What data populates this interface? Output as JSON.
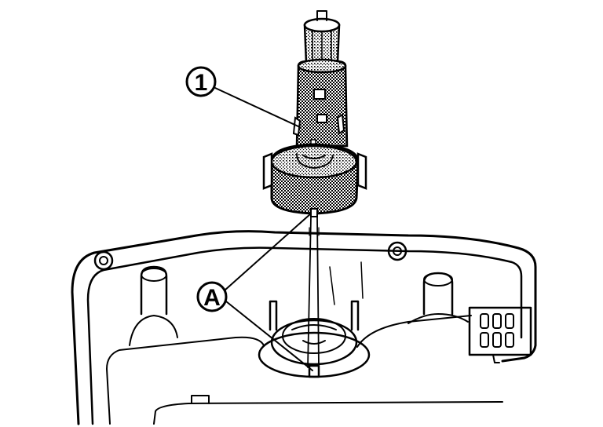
{
  "callouts": [
    {
      "id": "part-1",
      "label": "1"
    },
    {
      "id": "marker-a",
      "label": "A"
    }
  ],
  "colors": {
    "ink": "#000000",
    "paper": "#ffffff",
    "stipple": "#7a7a7a"
  }
}
